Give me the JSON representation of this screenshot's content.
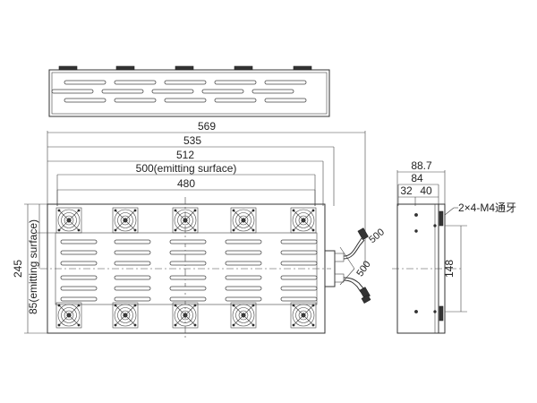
{
  "front_view": {
    "dim_569": "569",
    "dim_535": "535",
    "dim_512": "512",
    "dim_500": "500(emitting surface)",
    "dim_480": "480",
    "dim_245": "245",
    "dim_85": "85(emitting surface)",
    "cable_label_top": "500",
    "cable_label_bottom": "500"
  },
  "side_view": {
    "dim_88_7": "88.7",
    "dim_84": "84",
    "dim_32": "32",
    "dim_40": "40",
    "dim_148": "148",
    "thread_note": "2×4-M4通牙"
  },
  "colors": {
    "line": "#333333",
    "body_fill": "#ffffff"
  },
  "icons": [
    "fan-icon",
    "connector-icon"
  ]
}
